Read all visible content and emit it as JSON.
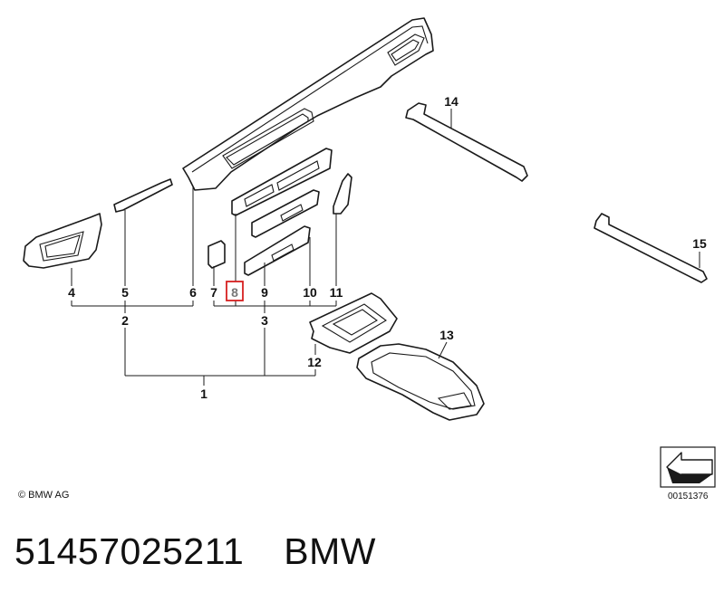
{
  "diagram": {
    "labels": {
      "p1": "1",
      "p2": "2",
      "p3": "3",
      "p4": "4",
      "p5": "5",
      "p6": "6",
      "p7": "7",
      "p8": "8",
      "p9": "9",
      "p10": "10",
      "p11": "11",
      "p12": "12",
      "p13": "13",
      "p14": "14",
      "p15": "15"
    },
    "highlighted_part": "8",
    "highlight_color": "#d62020"
  },
  "copyright": "© BMW AG",
  "diagram_code": "00151376",
  "footer": {
    "part_number": "51457025211",
    "brand": "BMW"
  }
}
